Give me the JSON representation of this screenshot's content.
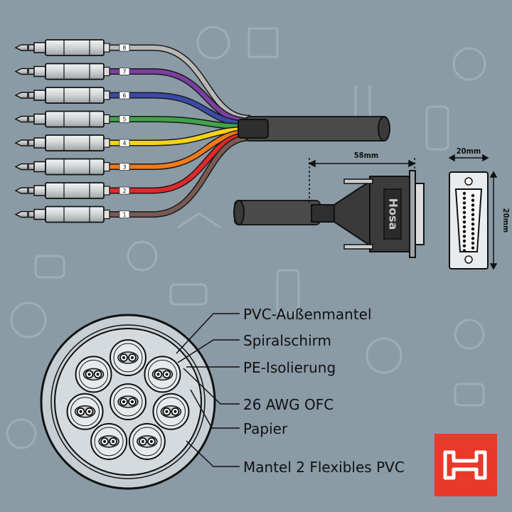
{
  "channels": [
    {
      "number": "8",
      "color": "#b8b8b8"
    },
    {
      "number": "7",
      "color": "#7b3fa0"
    },
    {
      "number": "6",
      "color": "#3b4aa8"
    },
    {
      "number": "5",
      "color": "#3fa34a"
    },
    {
      "number": "4",
      "color": "#f2d21a"
    },
    {
      "number": "3",
      "color": "#f07a1a"
    },
    {
      "number": "2",
      "color": "#e0282a"
    },
    {
      "number": "1",
      "color": "#7a5a52"
    }
  ],
  "connector": {
    "brand": "Hosa",
    "length_label": "58mm",
    "width_label": "20mm",
    "height_label": "20mm"
  },
  "cross_section": {
    "labels": [
      "PVC-Außenmantel",
      "Spiralschirm",
      "PE-Isolierung",
      "26 AWG OFC",
      "Papier",
      "Mantel 2 Flexibles PVC"
    ]
  },
  "logo": {
    "color": "#e8392a"
  }
}
